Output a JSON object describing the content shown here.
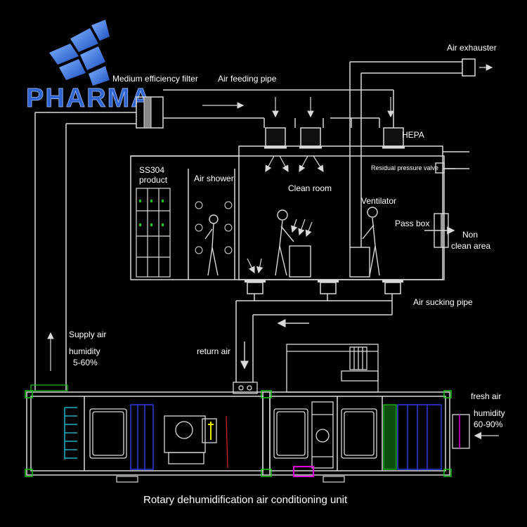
{
  "logo": {
    "text": "PHARMA",
    "color": "#3a6fd8"
  },
  "labels": {
    "medium_filter": "Medium efficiency filter",
    "air_feeding_pipe": "Air feeding pipe",
    "air_exhauster": "Air exhauster",
    "hepa": "HEPA",
    "ss304_line1": "SS304",
    "ss304_line2": "product",
    "air_shower": "Air shower",
    "clean_room": "Clean room",
    "residual_valve": "Residual pressure valve",
    "ventilator": "Ventilator",
    "pass_box": "Pass box",
    "non_line1": "Non",
    "non_line2": "clean area",
    "air_sucking_pipe": "Air sucking pipe",
    "supply_air": "Supply air",
    "humidity_supply_line1": "humidity",
    "humidity_supply_line2": "5-60%",
    "return_air": "return air",
    "fresh_air": "fresh air",
    "humidity_fresh_line1": "humidity",
    "humidity_fresh_line2": "60-90%",
    "unit_title": "Rotary dehumidification air conditioning unit"
  },
  "colors": {
    "line": "#d9d9d9",
    "accent_blue": "#3344ff",
    "accent_green": "#19c419",
    "accent_cyan": "#1fb5c4",
    "accent_magenta": "#e000e0",
    "accent_red": "#d02020",
    "accent_yellow": "#e8e800"
  }
}
